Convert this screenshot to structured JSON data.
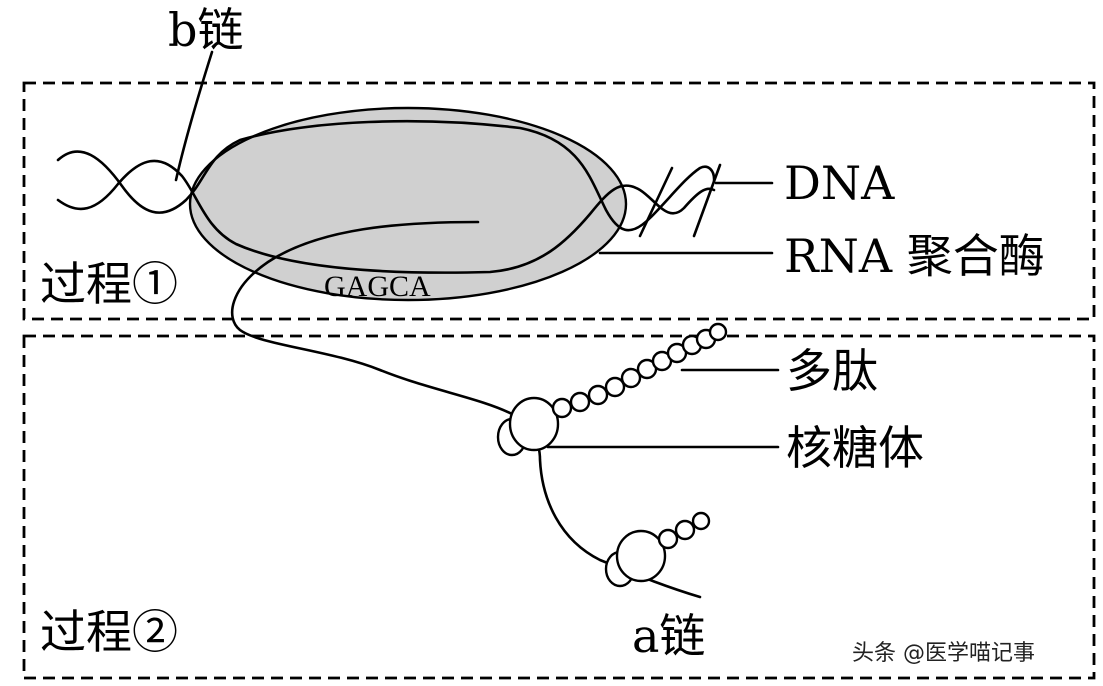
{
  "labels": {
    "b_chain": "b链",
    "dna": "DNA",
    "rna_polymerase": "RNA 聚合酶",
    "process1": "过程①",
    "sequence": "GAGCA",
    "polypeptide": "多肽",
    "ribosome": "核糖体",
    "process2": "过程②",
    "a_chain": "a链"
  },
  "watermark": "头条 @医学喵记事"
}
